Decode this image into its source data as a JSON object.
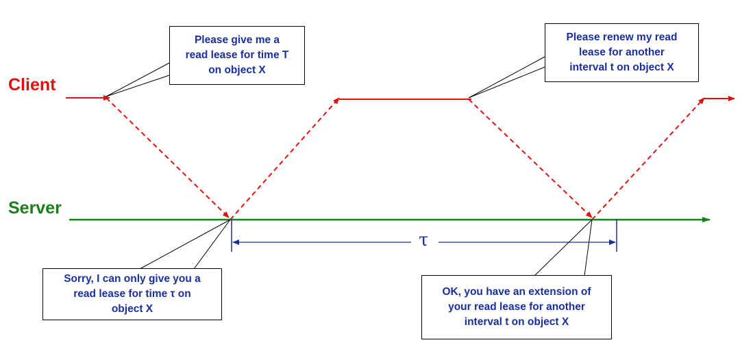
{
  "labels": {
    "client": "Client",
    "server": "Server",
    "interval": "τ"
  },
  "callouts": {
    "request": [
      "Please give me a",
      "read lease for time T",
      "on object X"
    ],
    "renew": [
      "Please renew my read",
      "lease for another",
      "interval t  on object X"
    ],
    "reply_sorry": [
      "Sorry, I can only give you a",
      "read lease for time τ on",
      "object X"
    ],
    "reply_ok": [
      "OK, you have an extension of",
      "your read lease for another",
      "interval t on object X"
    ]
  },
  "colors": {
    "client": "#e01010",
    "server": "#1a7f1a",
    "text": "#1a2e9c",
    "border": "#000000"
  }
}
